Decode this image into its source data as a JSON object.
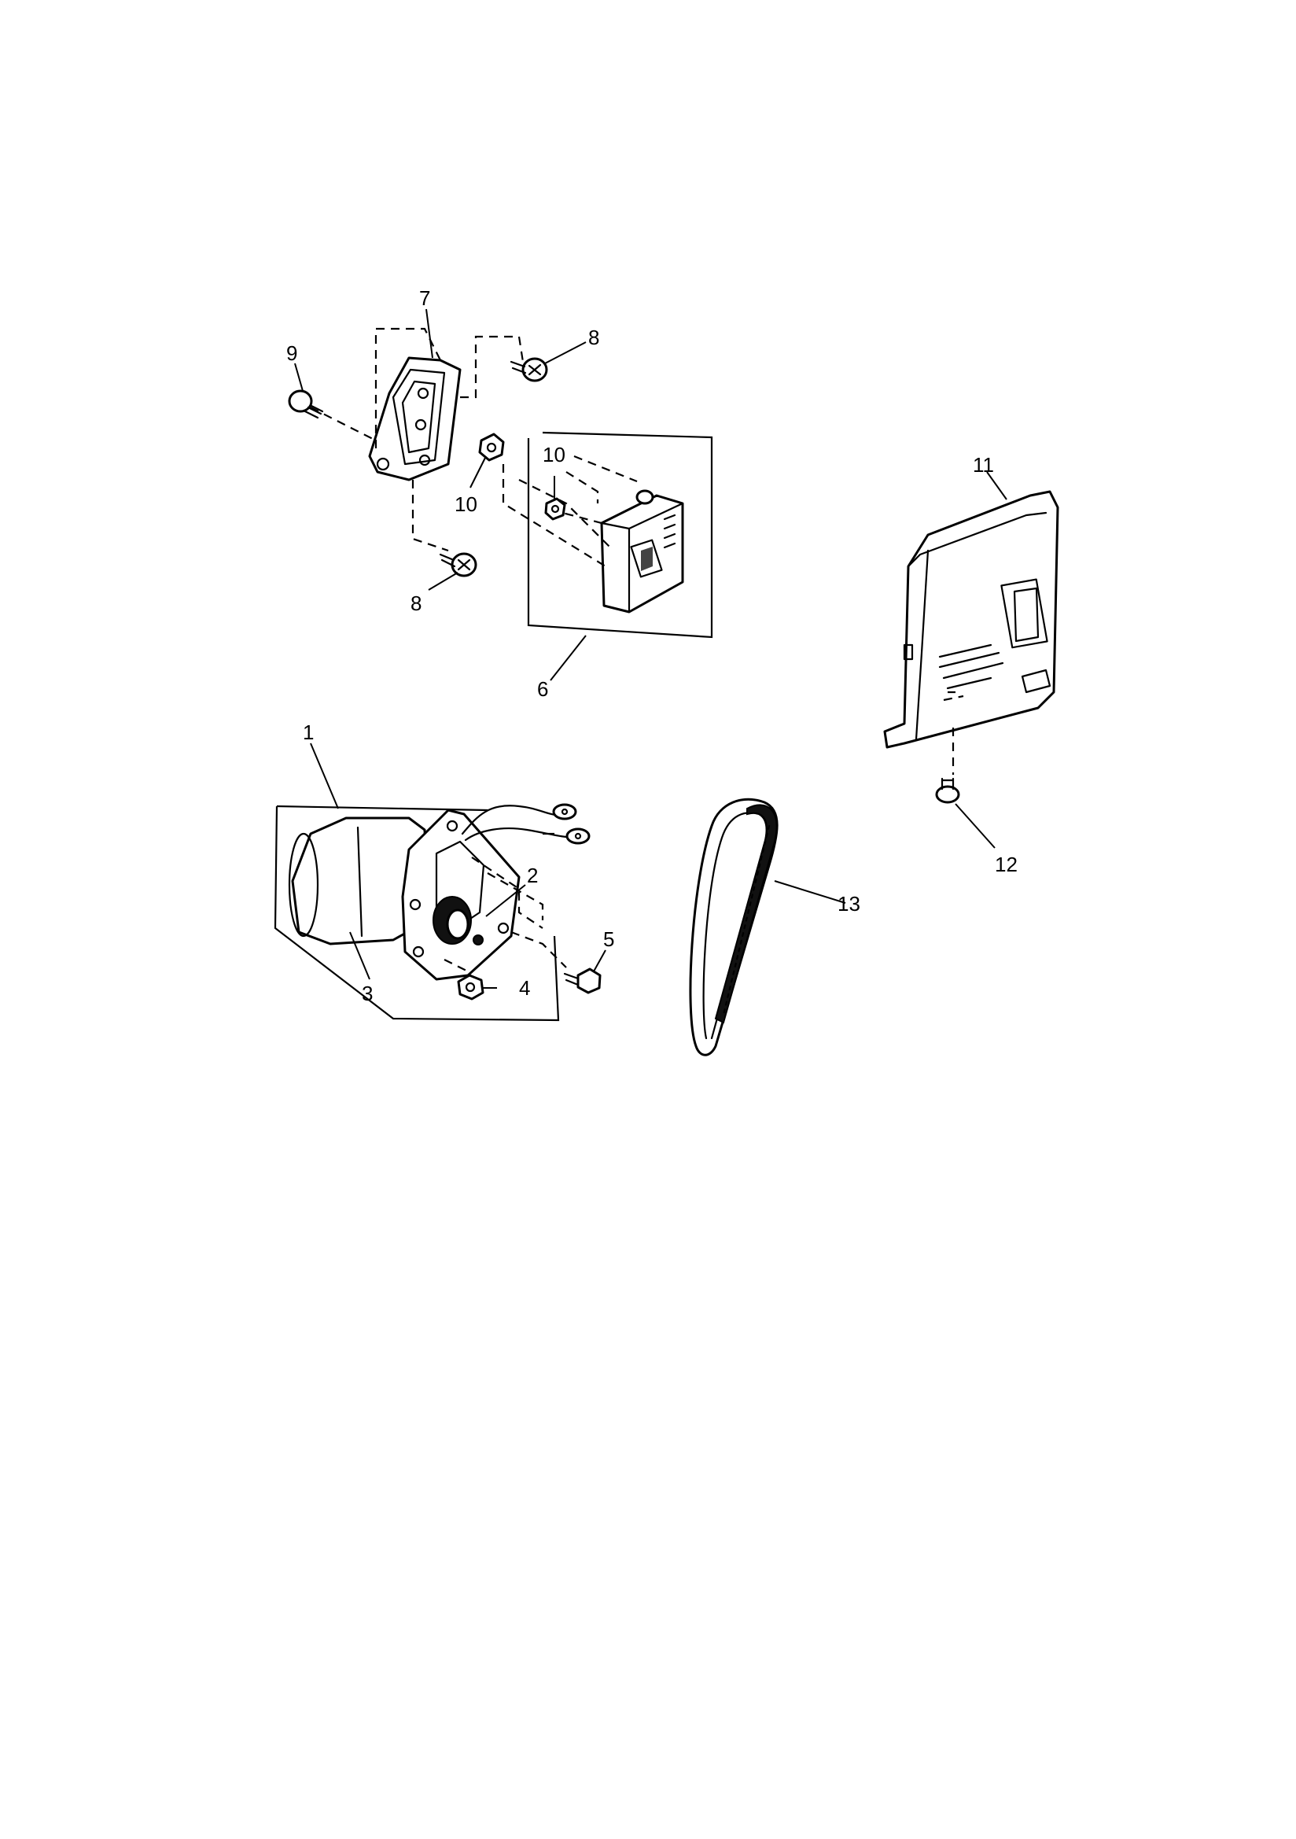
{
  "callouts": [
    {
      "id": "1",
      "text": "1"
    },
    {
      "id": "2",
      "text": "2"
    },
    {
      "id": "3",
      "text": "3"
    },
    {
      "id": "4",
      "text": "4"
    },
    {
      "id": "5",
      "text": "5"
    },
    {
      "id": "6",
      "text": "6"
    },
    {
      "id": "7",
      "text": "7"
    },
    {
      "id": "8a",
      "text": "8"
    },
    {
      "id": "8b",
      "text": "8"
    },
    {
      "id": "9",
      "text": "9"
    },
    {
      "id": "10a",
      "text": "10"
    },
    {
      "id": "10b",
      "text": "10"
    },
    {
      "id": "11",
      "text": "11"
    },
    {
      "id": "12",
      "text": "12"
    },
    {
      "id": "13",
      "text": "13"
    }
  ]
}
